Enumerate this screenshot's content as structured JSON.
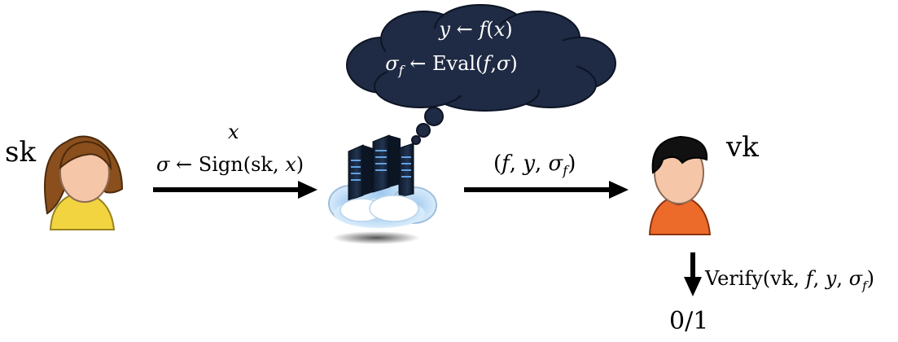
{
  "thought_cloud": {
    "line1": {
      "y": "y",
      "arrow": "←",
      "f": "f",
      "lp": "(",
      "x": "x",
      "rp": ")"
    },
    "line2": {
      "sigma": "σ",
      "sub": "f",
      "arrow": "←",
      "fn": "Eval",
      "lp": "(",
      "f": "f",
      "comma": ",",
      "s": "σ",
      "rp": ")"
    }
  },
  "signer": {
    "key": "sk"
  },
  "verifier": {
    "key": "vk"
  },
  "msg_to_server": {
    "x": "x",
    "sigma": "σ",
    "arrow": "←",
    "fn": "Sign",
    "lp": "(",
    "sk": "sk",
    "comma": ",",
    "x2": "x",
    "rp": ")"
  },
  "msg_to_verifier": {
    "lp": "(",
    "f": "f",
    "c1": ",",
    "y": "y",
    "c2": ",",
    "sigma": "σ",
    "sub": "f",
    "rp": ")"
  },
  "verify": {
    "fn": "Verify",
    "lp": "(",
    "vk": "vk",
    "c1": ",",
    "f": "f",
    "c2": ",",
    "y": "y",
    "c3": ",",
    "sigma": "σ",
    "sub": "f",
    "rp": ")"
  },
  "result": "0/1",
  "colors": {
    "cloud": "#1f2a44",
    "signer_hair": "#8a4f1c",
    "signer_shirt": "#f2d440",
    "verifier_hair": "#111111",
    "verifier_shirt": "#ec6a2a",
    "skin": "#f6c6a8"
  }
}
